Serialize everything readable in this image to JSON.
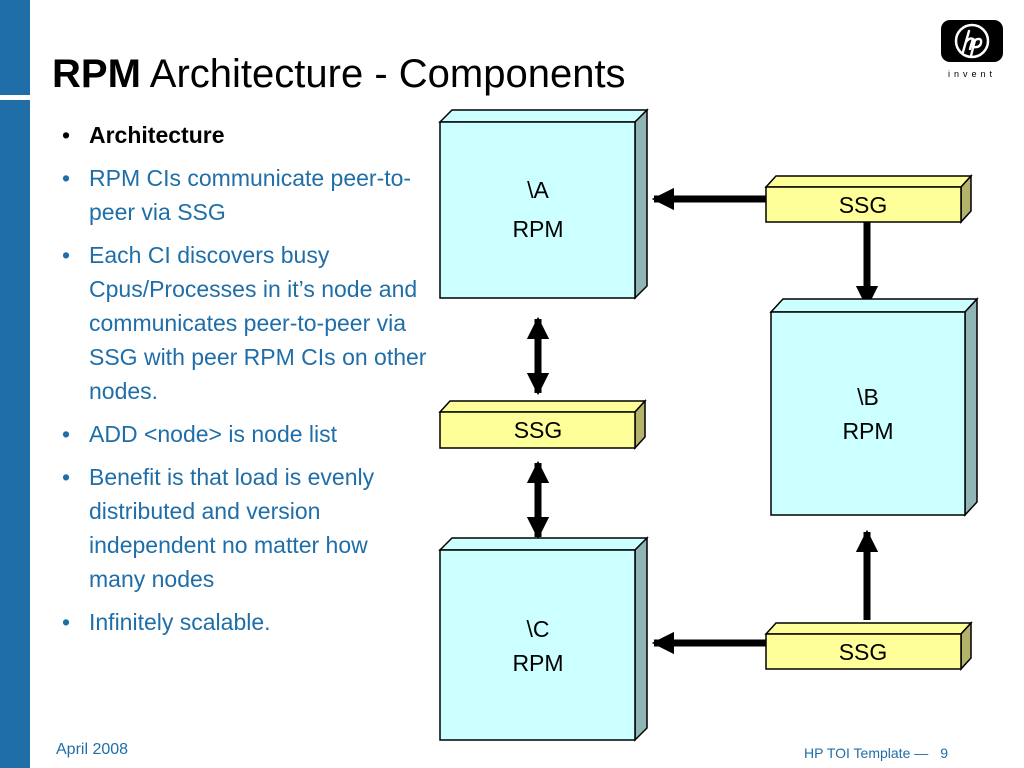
{
  "slide": {
    "title_bold": "RPM",
    "title_rest": " Architecture - Components",
    "logo_text": "invent",
    "bullets": [
      {
        "text": "Architecture",
        "style": "heading"
      },
      {
        "text": "RPM CIs communicate peer-to-peer via SSG",
        "style": "body"
      },
      {
        "text": "Each CI discovers busy Cpus/Processes in it’s node and communicates peer-to-peer via SSG with peer RPM CIs on other nodes.",
        "style": "body"
      },
      {
        "text": "ADD <node> is node list",
        "style": "body"
      },
      {
        "text": "Benefit is that load is evenly distributed and version independent no matter how many nodes",
        "style": "body"
      },
      {
        "text": "Infinitely scalable.",
        "style": "body"
      }
    ],
    "footer_date": "April 2008",
    "footer_template": "HP TOI Template —",
    "page_number": "9"
  },
  "diagram": {
    "nodes": {
      "rpm_a": {
        "line1": "\\A",
        "line2": "RPM"
      },
      "rpm_b": {
        "line1": "\\B",
        "line2": "RPM"
      },
      "rpm_c": {
        "line1": "\\C",
        "line2": "RPM"
      },
      "ssg_top": {
        "label": "SSG"
      },
      "ssg_middle": {
        "label": "SSG"
      },
      "ssg_bottom": {
        "label": "SSG"
      }
    },
    "edges": [
      {
        "from": "ssg_top",
        "to": "rpm_a",
        "direction": "single"
      },
      {
        "from": "ssg_top",
        "to": "rpm_b",
        "direction": "single"
      },
      {
        "from": "rpm_a",
        "to": "ssg_middle",
        "direction": "both"
      },
      {
        "from": "ssg_middle",
        "to": "rpm_c",
        "direction": "both"
      },
      {
        "from": "ssg_bottom",
        "to": "rpm_c",
        "direction": "single"
      },
      {
        "from": "ssg_bottom",
        "to": "rpm_b",
        "direction": "single"
      }
    ],
    "colors": {
      "rpm_fill": "#ccffff",
      "rpm_side": "#8fb5b5",
      "ssg_fill": "#ffff99",
      "ssg_side": "#b3b36b",
      "accent": "#1f6ea8"
    }
  }
}
